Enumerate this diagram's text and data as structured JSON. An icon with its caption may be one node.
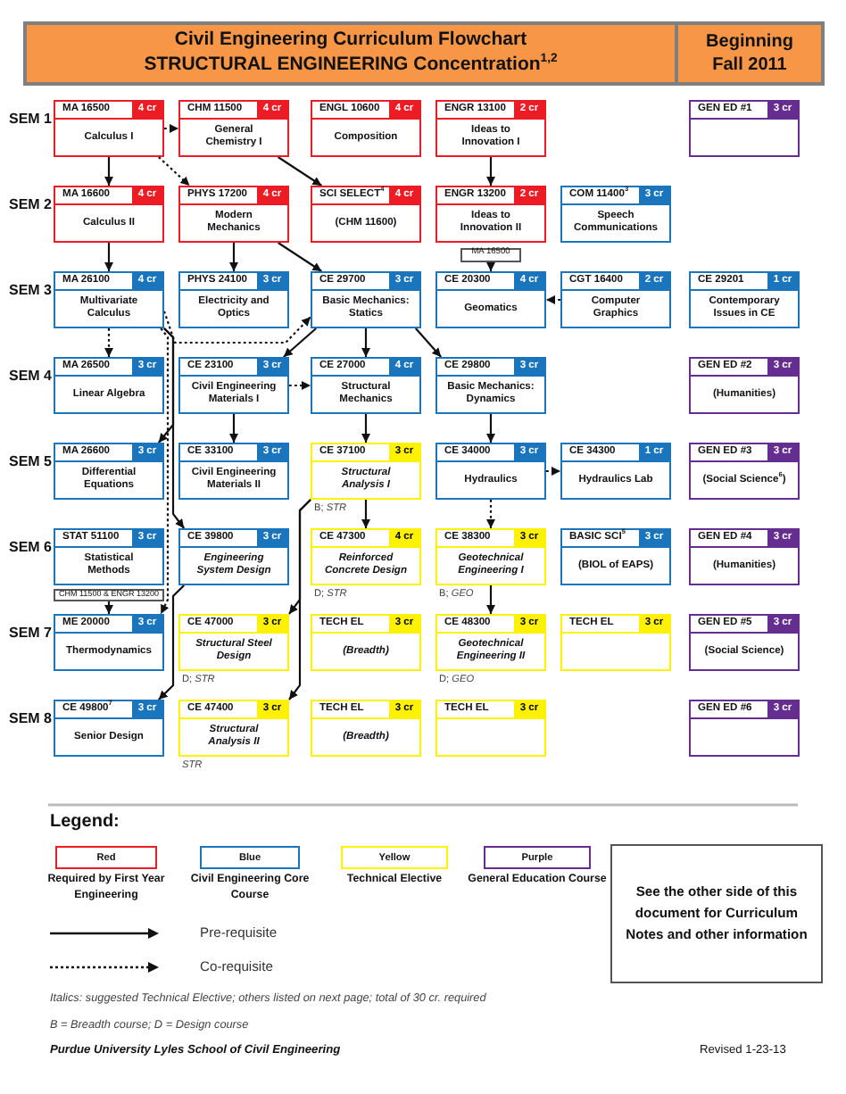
{
  "diagram": {
    "title": "Civil Engineering Curriculum Flowchart STRUCTURAL ENGINEERING Concentration$^{1,2}$",
    "nodes": [
      {
        "text": [
          "MA 16500",
          "4 cr",
          "Calculus I"
        ]
      },
      {
        "text": [
          "CHM 11500",
          "4 cr",
          "General Chemistry I"
        ]
      },
      {
        "text": [
          "ENGL 10600",
          "4 cr",
          "Composition"
        ]
      },
      {
        "text": [
          "ENGR 13100",
          "2 cr",
          "Ideas to Innovation I"
        ]
      },
      {
        "text": [
          "GEN ED #1",
          "3 cr"
        ]
      },
      {
        "text": [
          "MA 16600",
          "4 cr",
          "Calculus II"
        ]
      },
      {
        "text": [
          "PHYS 17200",
          "4 cr",
          "Modern Mechanics"
        ]
      },
      {
        "text": [
          "SCI SELECT$^{4}$",
          "4 cr",
          "(CHM 11600)"
        ]
      },
      {
        "text": [
          "ENGR 13200",
          "2 cr",
          "Ideas to Innovation II"
        ]
      },
      {
        "text": [
          "COM 11400$^{3}$",
          "3 cr",
          "Speech Communications"
        ]
      },
      {
        "text": [
          "MA 16500"
        ]
      },
      {
        "text": [
          "MA 26100",
          "4 cr",
          "Multivariate Calculus"
        ]
      },
      {
        "text": [
          "PHYS 24100",
          "3 cr",
          "Electricity and Optics"
        ]
      },
      {
        "text": [
          "CE 29700",
          "3 cr",
          "Basic Mechanics: Statics"
        ]
      },
      {
        "text": [
          "CE 20300",
          "4 cr",
          "Geomatics"
        ]
      },
      {
        "text": [
          "CGT 16400",
          "2 cr",
          "Computer Graphics"
        ]
      },
      {
        "text": [
          "CE 29201",
          "1 cr",
          "Contemporary Issues in CE"
        ]
      },
      {
        "text": [
          "MA 26500",
          "3 cr",
          "Linear Algebra"
        ]
      },
      {
        "text": [
          "CE 23100",
          "3 cr",
          "Civil Engineering Materials I"
        ]
      },
      {
        "text": [
          "CE 27000",
          "4 cr",
          "Structural Mechanics"
        ]
      },
      {
        "text": [
          "CE 29800",
          "3 cr",
          "Basic Mechanics: Dynamics"
        ]
      },
      {
        "text": [
          "GEN ED #2",
          "3 cr",
          "(Humanities)"
        ]
      },
      {
        "text": [
          "MA 26600",
          "3 cr",
          "Differential Equations"
        ]
      },
      {
        "text": [
          "CE 33100",
          "3 cr",
          "Civil Engineering Materials II"
        ]
      },
      {
        "text": [
          "CE 37100",
          "3 cr",
          "Structural Analysis I"
        ],
        "beside": [
          "B; *STR*"
        ]
      },
      {
        "text": [
          "CE 34000",
          "3 cr",
          "Hydraulics"
        ]
      },
      {
        "text": [
          "CE 34300",
          "1 cr",
          "Hydraulics Lab"
        ]
      },
      {
        "text": [
          "GEN ED #3",
          "3 cr",
          "(Social Science$^{6}$)"
        ]
      },
      {
        "text": [
          "STAT 51100",
          "3 cr",
          "Statistical Methods"
        ]
      },
      {
        "text": [
          "CE 39800",
          "3 cr",
          "Engineering System Design"
        ]
      },
      {
        "text": [
          "CE 47300",
          "4 cr",
          "Reinforced Concrete Design"
        ],
        "beside": [
          "D; *STR*"
        ]
      },
      {
        "text": [
          "CE 38300",
          "3 cr",
          "Geotechnical Engineering I"
        ],
        "beside": [
          "B; *GEO*"
        ]
      },
      {
        "text": [
          "BASIC SCI$^{5}$",
          "3 cr",
          "(BIOL of EAPS)"
        ]
      },
      {
        "text": [
          "GEN ED #4",
          "3 cr",
          "(Humanities)"
        ]
      },
      {
        "text": [
          "CHM 11500 & ENGR 13200"
        ]
      },
      {
        "text": [
          "ME 20000",
          "3 cr",
          "Thermodynamics"
        ]
      },
      {
        "text": [
          "CE 47000",
          "3 cr",
          "Structural Steel Design"
        ],
        "beside": [
          "D; *STR*"
        ]
      },
      {
        "text": [
          "TECH EL",
          "3 cr",
          "(Breadth)"
        ]
      },
      {
        "text": [
          "CE 48300",
          "3 cr",
          "Geotechnical Engineering II"
        ],
        "beside": [
          "D; *GEO*"
        ]
      },
      {
        "text": [
          "TECH EL",
          "3 cr"
        ]
      },
      {
        "text": [
          "GEN ED #5",
          "3 cr",
          "(Social Science)"
        ]
      },
      {
        "text": [
          "CE 49800$^{7}$",
          "3 cr",
          "Senior Design"
        ]
      },
      {
        "text": [
          "CE 47400",
          "3 cr",
          "Structural Analysis II"
        ],
        "beside": [
          "*STR*"
        ]
      },
      {
        "text": [
          "TECH EL",
          "3 cr",
          "(Breadth)"
        ]
      },
      {
        "text": [
          "TECH EL",
          "3 cr"
        ]
      },
      {
        "text": [
          "GEN ED #6",
          "3 cr"
        ]
      },
      {
        "text": [
          "See the other side of this document for Curriculum Notes and other information"
        ]
      }
    ],
    "edges": [
      {
        "from": 0,
        "to": 5,
        "arrow": "to"
      },
      {
        "from": 0,
        "to": 1,
        "arrow": "to",
        "style": "dashed"
      },
      {
        "from": 0,
        "to": 6,
        "arrow": "to",
        "style": "dashed"
      },
      {
        "from": 1,
        "to": 7,
        "arrow": "to"
      },
      {
        "from": 3,
        "to": 8,
        "arrow": "to"
      },
      {
        "from": 5,
        "to": 11,
        "arrow": "to"
      },
      {
        "from": 6,
        "to": 12,
        "arrow": "to"
      },
      {
        "from": 6,
        "to": 13,
        "arrow": "to"
      },
      {
        "from": 10,
        "to": 14,
        "arrow": "to"
      },
      {
        "from": 15,
        "to": 14,
        "arrow": "to",
        "style": "dashed"
      },
      {
        "from": 11,
        "to": 17,
        "arrow": "to",
        "style": "dashed"
      },
      {
        "from": 11,
        "to": 13,
        "arrow": "to",
        "style": "dashed"
      },
      {
        "from": 13,
        "to": 18,
        "arrow": "to"
      },
      {
        "from": 13,
        "to": 19,
        "arrow": "to"
      },
      {
        "from": 13,
        "to": 20,
        "arrow": "to"
      },
      {
        "from": 18,
        "to": 19,
        "arrow": "to",
        "style": "dashed"
      },
      {
        "from": 18,
        "to": 23,
        "arrow": "to"
      },
      {
        "from": 19,
        "to": 24,
        "arrow": "to"
      },
      {
        "from": 20,
        "to": 25,
        "arrow": "to"
      },
      {
        "from": 25,
        "to": 26,
        "arrow": "to",
        "style": "dashed"
      },
      {
        "from": 25,
        "to": 31,
        "arrow": "to",
        "style": "dashed"
      },
      {
        "from": 24,
        "to": 30,
        "arrow": "to"
      },
      {
        "from": 31,
        "to": 38,
        "arrow": "to"
      },
      {
        "from": 11,
        "to": 22,
        "arrow": "to"
      },
      {
        "from": 11,
        "to": 29,
        "arrow": "to"
      },
      {
        "from": 11,
        "to": 35,
        "arrow": "to",
        "style": "dashed"
      },
      {
        "from": 34,
        "to": 35,
        "arrow": "to"
      },
      {
        "from": 29,
        "to": 41,
        "arrow": "to"
      },
      {
        "from": 24,
        "to": 36,
        "arrow": "to"
      },
      {
        "from": 24,
        "to": 42,
        "arrow": "to"
      }
    ],
    "labels": [
      "Beginning Fall 2011",
      "SEM 1",
      "SEM 2",
      "SEM 3",
      "SEM 4",
      "SEM 5",
      "SEM 6",
      "SEM 7",
      "SEM 8",
      "Legend:",
      "Red",
      "Blue",
      "Yellow",
      "Purple",
      "Italics:  suggested Technical Elective; others listed on next page; total of 30 cr. required",
      "B = Breadth course; D = Design course",
      "Purdue University Lyles School of Civil Engineering",
      "Revised 1-23-13"
    ],
    "legend": [
      {
        "text": "Required by First Year Engineering",
        "color": "#ed1c24"
      },
      {
        "text": "Civil Engineering Core Course",
        "color": "#1b75bc"
      },
      {
        "text": "Technical Elective",
        "color": "#fff200"
      },
      {
        "text": "General Education Course",
        "color": "#662d91"
      },
      {
        "text": "Pre-requisite"
      },
      {
        "text": "Co-requisite"
      }
    ]
  }
}
